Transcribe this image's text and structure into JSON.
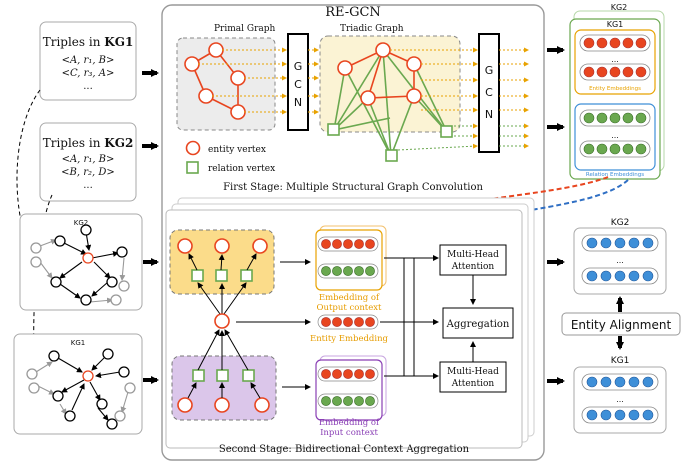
{
  "title": "RE-GCN",
  "kg1_triples": {
    "heading_prefix": "Triples in ",
    "heading_kg": "KG1",
    "lines": [
      "<A, r₁, B>",
      "<C, r₃, A>",
      "..."
    ]
  },
  "kg2_triples": {
    "heading_prefix": "Triples in ",
    "heading_kg": "KG2",
    "lines": [
      "<A, r₁, B>",
      "<B, r₂, D>",
      "..."
    ]
  },
  "kg2_graph_label": "KG2",
  "kg1_graph_label": "KG1",
  "first_stage": {
    "primal_graph": "Primal Graph",
    "triadic_graph": "Triadic Graph",
    "gcn_letters": [
      "G",
      "C",
      "N"
    ],
    "legend_entity": "entity vertex",
    "legend_relation": "relation vertex",
    "caption": "First Stage: Multiple Structural Graph Convolution"
  },
  "embeddings_panel": {
    "kg2": "KG2",
    "kg1": "KG1",
    "ellipsis": "...",
    "entity_embeddings": "Entity Embeddings",
    "relation_embeddings": "Relation Embeddings"
  },
  "second_stage": {
    "embedding_output_line1": "Embedding of",
    "embedding_output_line2": "Output context",
    "entity_embedding": "Entity Embedding",
    "embedding_input_line1": "Embedding of",
    "embedding_input_line2": "Input context",
    "multi_head_line1": "Multi-Head",
    "multi_head_line2": "Attention",
    "aggregation": "Aggregation",
    "caption": "Second Stage: Bidirectional Context Aggregation"
  },
  "right_panel": {
    "kg2": "KG2",
    "kg1": "KG1",
    "ellipsis": "...",
    "entity_alignment": "Entity Alignment"
  },
  "colors": {
    "entity_red": "#e8451f",
    "relation_green": "#6aa84f",
    "embed_blue": "#3e8fd8",
    "orange_dashed": "#e8451f",
    "blue_dashed": "#2f6fc4",
    "output_context": "#e69c00",
    "input_context": "#8a3fb5"
  }
}
